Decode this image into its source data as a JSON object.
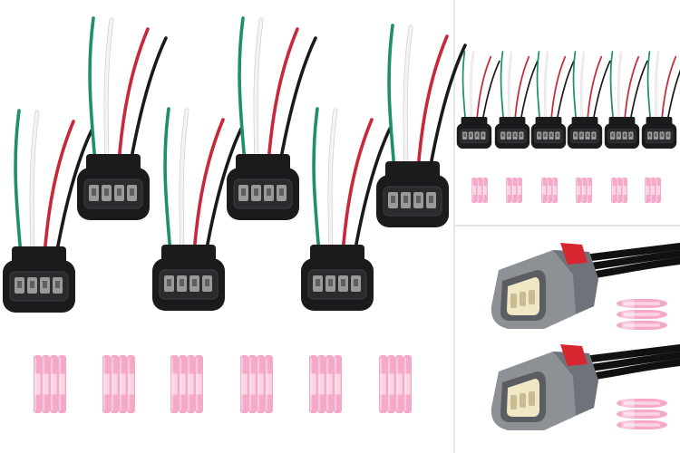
{
  "scene": {
    "background": "#ffffff",
    "divider_color": "#e6e6e6",
    "connector_body_color": "#1b1b1d",
    "connector_face_color": "#2b2b2e",
    "pin_color": "#9a9a9c",
    "terminal_pink": "#f4a9c8",
    "terminal_pink_light": "#fbd3e2",
    "wire_colors": [
      "#1e8f6a",
      "#f3f3f3",
      "#c8283a",
      "#1a1a1a"
    ],
    "gray_connector_color": "#8d9196",
    "gray_connector_shadow": "#6f7379",
    "red_lock_color": "#d7262f",
    "cream_insert_color": "#f1e7c4",
    "black_cable_color": "#111111"
  },
  "panels": [
    {
      "name": "main-product-group",
      "connector_count": 6,
      "terminal_group_count": 6,
      "terminals_per_group": 4
    },
    {
      "name": "mini-product-group",
      "connector_count": 6,
      "terminal_group_count": 6,
      "terminals_per_group": 3
    },
    {
      "name": "gray-connector-group",
      "connector_count": 2,
      "terminal_group_count": 2,
      "terminals_per_group": 3
    }
  ]
}
